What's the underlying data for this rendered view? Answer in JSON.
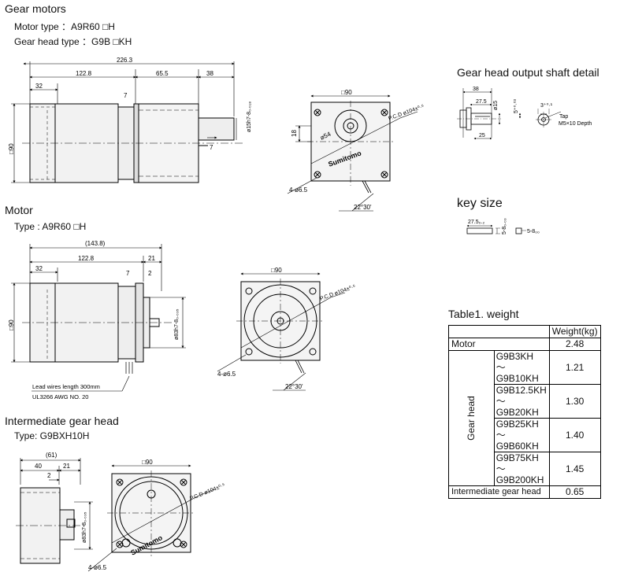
{
  "sections": {
    "gear_motors": {
      "title": "Gear motors",
      "motor_type": "Motor type ：A9R60 □H",
      "gear_head_type": "Gear head type ：G9B □KH",
      "dims": {
        "overall": "226.3",
        "d1": "122.8",
        "d2": "65.5",
        "d3": "38",
        "d4": "32",
        "d5": "7",
        "d6": "7",
        "sq": "□90",
        "shaft": "ø15h7-8₀.₀₁₈"
      },
      "front": {
        "sq": "□90",
        "pcd": "P.C.D ø104±⁰·⁵",
        "d18": "18",
        "d54": "ø54",
        "holes": "4-ø6.5",
        "angle": "22°30'",
        "brand": "Sumitomo"
      }
    },
    "motor": {
      "title": "Motor",
      "type": "Type : A9R60 □H",
      "dims": {
        "overall": "(143.8)",
        "d1": "122.8",
        "d2": "21",
        "d3": "32",
        "d4": "7",
        "d5": "2",
        "sq": "□90",
        "pilot": "ø83h7-8₀.₀₃₅"
      },
      "lead1": "Lead wires length 300mm",
      "lead2": "UL3266 AWG NO. 20",
      "front": {
        "sq": "□90",
        "pcd": "P.C.D ø104±⁰·⁵",
        "holes": "4-ø6.5",
        "angle": "22°30'"
      }
    },
    "intermediate": {
      "title": "Intermediate gear head",
      "type": "Type:  G9BXH10H",
      "dims": {
        "overall": "(61)",
        "d1": "40",
        "d2": "21",
        "d3": "2",
        "pilot": "ø83h7-8₀.₀₃₅"
      },
      "front": {
        "sq": "□90",
        "pcd": "P.C.D ø104±⁰·⁵",
        "holes": "4-ø6.5",
        "brand": "Sumitomo"
      }
    },
    "shaft_detail": {
      "title": "Gear head output shaft detail",
      "dims": {
        "d38": "38",
        "d275": "27.5",
        "d25": "25",
        "d15": "ø15",
        "d5": "5⁺⁰·⁰³",
        "d3": "3⁺⁰·¹",
        "tap": "Tap",
        "tap2": "M5×10 Depth"
      }
    },
    "key_size": {
      "title": "key size",
      "d1": "27.5₀.₂",
      "d2": "5-8₀.₀₃",
      "d3": "5-8₀₀"
    }
  },
  "weight_table": {
    "caption": "Table1.  weight",
    "header": "Weight(kg)",
    "motor_label": "Motor",
    "motor_weight": "2.48",
    "gear_head_label": "Gear head",
    "rows": [
      {
        "line1": "G9B3KH",
        "line2": "～ G9B10KH",
        "weight": "1.21"
      },
      {
        "line1": "G9B12.5KH",
        "line2": "～ G9B20KH",
        "weight": "1.30"
      },
      {
        "line1": "G9B25KH",
        "line2": "～ G9B60KH",
        "weight": "1.40"
      },
      {
        "line1": "G9B75KH",
        "line2": "～ G9B200KH",
        "weight": "1.45"
      }
    ],
    "intermediate_label": "Intermediate gear head",
    "intermediate_weight": "0.65"
  }
}
